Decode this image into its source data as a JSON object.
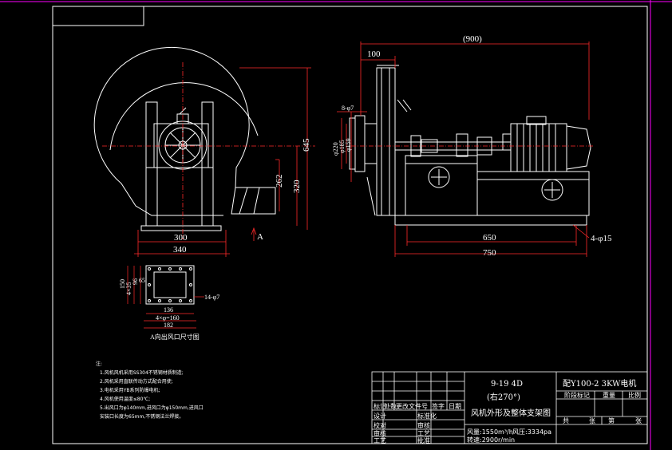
{
  "colors": {
    "background": "#000000",
    "frame": "#ffffff",
    "magenta": "#ff00ff",
    "dimension": "#ff2a2a",
    "centerline": "#ff2a2a"
  },
  "dimensions": {
    "overall_length": "(900)",
    "offset_100": "100",
    "height_645": "645",
    "height_262": "262",
    "height_320": "320",
    "width_300": "300",
    "width_340": "340",
    "arrow_a": "A",
    "hole_8_7": "8-φ7",
    "dia_220": "φ220",
    "dia_185": "φ185",
    "dia_159": "φ159",
    "length_650": "650",
    "length_750": "750",
    "holes_4_15": "4-φ15",
    "outlet_150": "150",
    "outlet_96": "96",
    "outlet_4x35": "4×35",
    "outlet_65": "65",
    "outlet_136": "136",
    "outlet_182": "182",
    "outlet_holes": "14-φ7",
    "outlet_pitch": "4×φ=160"
  },
  "outlet_view_caption": "A向出风口尺寸图",
  "notes": {
    "title": "注:",
    "items": [
      "1.风机风机采用SS304不锈钢材质制造;",
      "2.风机采用直联传动方式配合用使;",
      "3.电机采用YB系列防爆电机;",
      "4.风机使用温度≤80℃;",
      "5.出风口为φ140mm,进风口为φ150mm,进风口",
      "  安装口长度为65mm,不锈钢法兰焊接。"
    ]
  },
  "title_block": {
    "model_line1": "9-19  4D",
    "model_line2": "(右270°)",
    "drawing_title": "风机外形及整体支架图",
    "motor": "配Y100-2  3KW电机",
    "perf_flow": "风量:1550m³/h",
    "perf_pressure": "风压:3334pa",
    "perf_speed": "转速:2900r/min",
    "col_mark": "标记",
    "col_count": "处数",
    "col_doc": "更改文件号",
    "col_sign": "签字",
    "col_date": "日期",
    "row_design": "设计",
    "row_check": "校对",
    "row_review": "审核",
    "row_process": "工艺",
    "row_approve": "批准",
    "row_std": "标准化",
    "hdr_stage": "阶段标记",
    "hdr_weight": "重量",
    "hdr_ratio": "比例",
    "hdr_total": "共",
    "hdr_sheet": "张",
    "hdr_num": "第",
    "hdr_sheet2": "张"
  }
}
